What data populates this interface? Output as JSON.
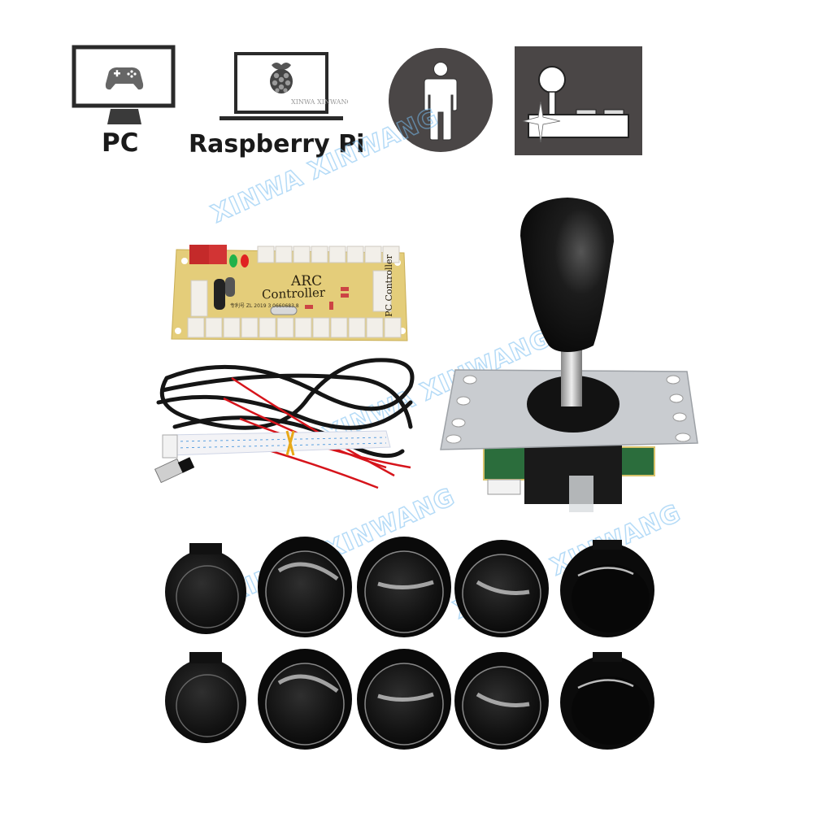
{
  "compatibility": {
    "items": [
      {
        "id": "pc",
        "label": "PC",
        "icon": "monitor-gamepad-icon"
      },
      {
        "id": "raspberry-pi",
        "label": "Raspberry Pi",
        "icon": "laptop-raspberry-icon"
      },
      {
        "id": "player",
        "label": "",
        "icon": "single-player-icon"
      },
      {
        "id": "arcade",
        "label": "",
        "icon": "arcade-stick-icon"
      }
    ]
  },
  "pcb": {
    "title_line1": "ARC",
    "title_line2": "Controller",
    "side_label": "PC Controller",
    "fine_print": "专利号  ZL 2019 3 0660683.8"
  },
  "watermark": {
    "text": "XINWA XINWANG",
    "color": "#78bef0"
  },
  "buttons": {
    "rows": 2,
    "per_row": 5,
    "color": "#0d0d0d"
  },
  "joystick": {
    "ball_color": "#111111",
    "plate_color": "#c9ccd0"
  },
  "colors": {
    "icon_dark": "#4a4646",
    "pcb_yellow": "#e4cd7a",
    "wire_red": "#d6141b",
    "wire_black": "#151515",
    "background": "#ffffff"
  }
}
